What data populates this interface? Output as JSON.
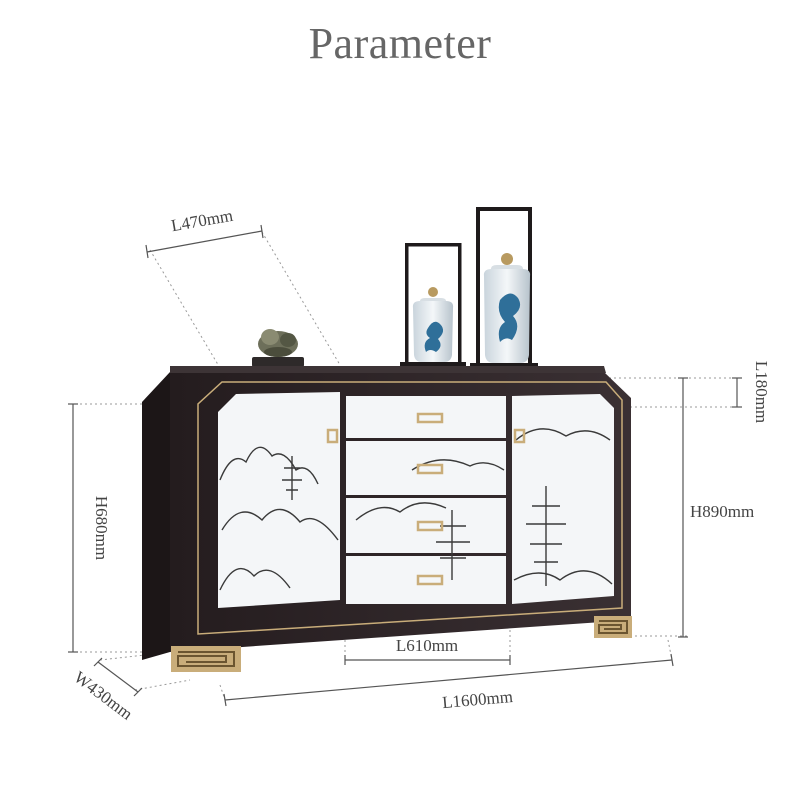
{
  "title": "Parameter",
  "dimensions": {
    "top_depth": "L470mm",
    "top_height": "L180mm",
    "cabinet_height": "H680mm",
    "total_height": "H890mm",
    "drawer_width": "L610mm",
    "total_width": "L1600mm",
    "depth": "W430mm"
  },
  "colors": {
    "frame": "#2f2628",
    "panel": "#f4f6f8",
    "brass": "#c9ad7a",
    "dim_line": "#555555",
    "text": "#444444",
    "title": "#666666"
  }
}
